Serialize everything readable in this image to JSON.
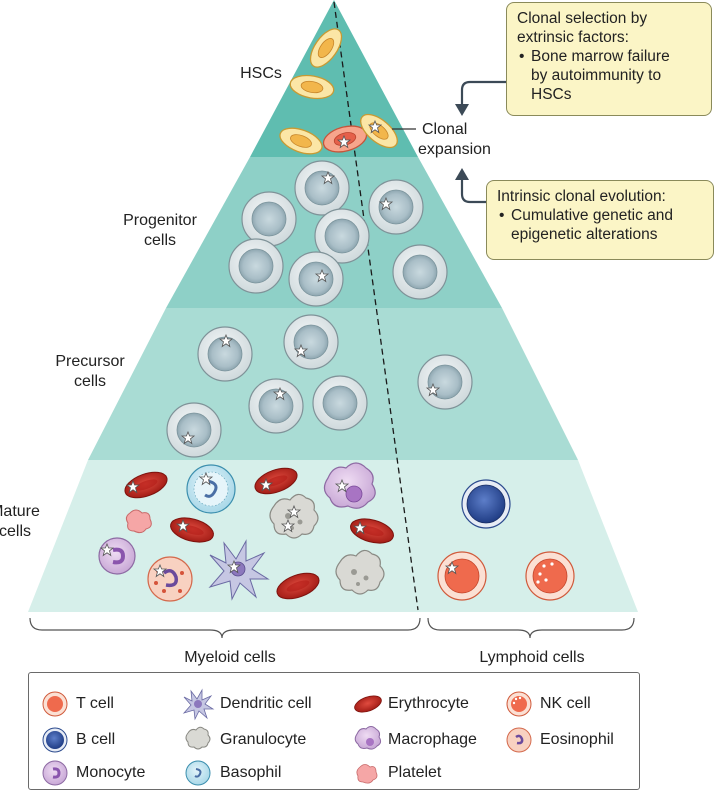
{
  "tiers": {
    "hsc": "HSCs",
    "progenitor": [
      "Progenitor",
      "cells"
    ],
    "precursor": [
      "Precursor",
      "cells"
    ],
    "mature": [
      "Mature",
      "cells"
    ]
  },
  "clonal_expansion": [
    "Clonal",
    "expansion"
  ],
  "callout_top": {
    "title": [
      "Clonal selection by",
      "extrinsic factors:"
    ],
    "bullet": [
      "Bone marrow failure",
      "by autoimmunity to",
      "HSCs"
    ]
  },
  "callout_bottom": {
    "title": "Intrinsic clonal evolution:",
    "bullet": [
      "Cumulative genetic and",
      "epigenetic alterations"
    ]
  },
  "lineages": {
    "myeloid": "Myeloid cells",
    "lymphoid": "Lymphoid cells"
  },
  "legend": [
    {
      "label": "T cell",
      "icon": "t-cell-icon"
    },
    {
      "label": "Dendritic cell",
      "icon": "dendritic-cell-icon"
    },
    {
      "label": "Erythrocyte",
      "icon": "erythrocyte-icon"
    },
    {
      "label": "NK cell",
      "icon": "nk-cell-icon"
    },
    {
      "label": "B cell",
      "icon": "b-cell-icon"
    },
    {
      "label": "Granulocyte",
      "icon": "granulocyte-icon"
    },
    {
      "label": "Macrophage",
      "icon": "macrophage-icon"
    },
    {
      "label": "Eosinophil",
      "icon": "eosinophil-icon"
    },
    {
      "label": "Monocyte",
      "icon": "monocyte-icon"
    },
    {
      "label": "Basophil",
      "icon": "basophil-icon"
    },
    {
      "label": "Platelet",
      "icon": "platelet-icon"
    }
  ],
  "colors": {
    "tier_hsc": "#5fbdb0",
    "tier_progenitor": "#8ed0c7",
    "tier_precursor": "#a9dcd4",
    "tier_mature": "#d6efea",
    "callout_fill": "#fbf5c6",
    "erythrocyte": "#c8221f",
    "hsc_cell": "#f7c65a"
  }
}
